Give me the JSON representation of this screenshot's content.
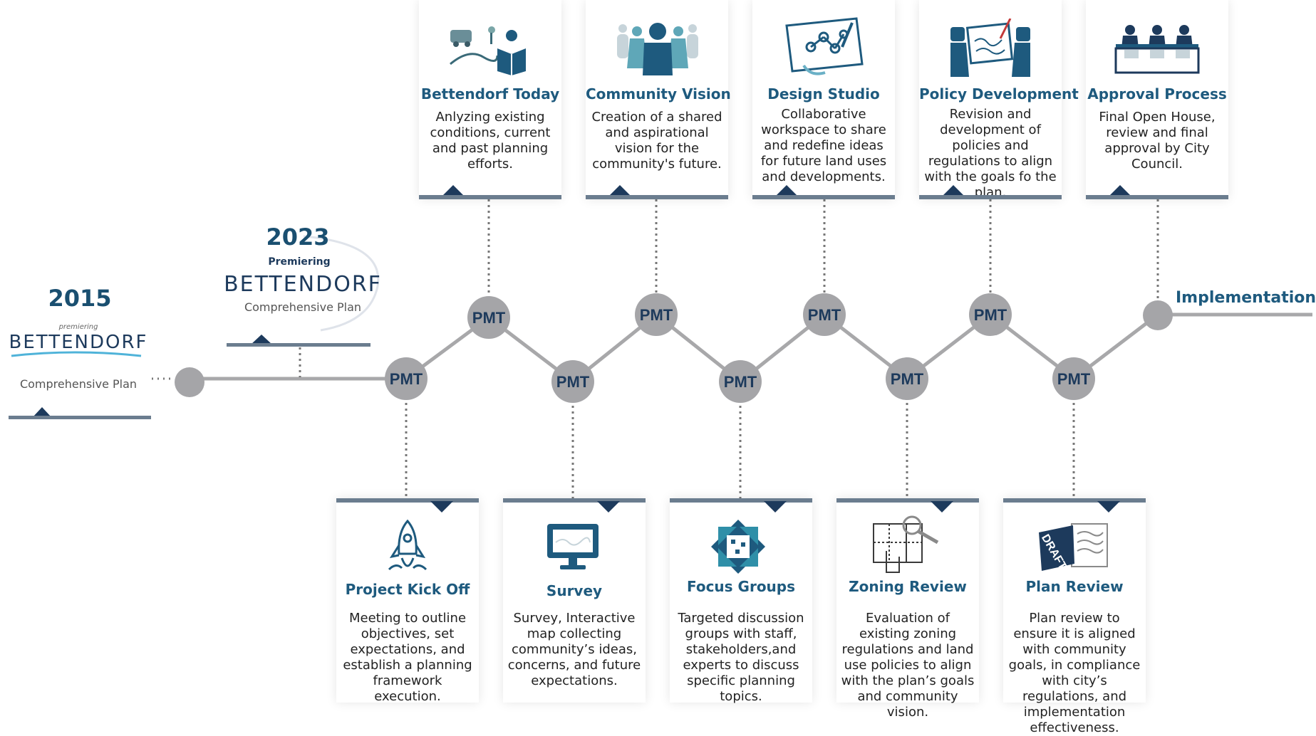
{
  "colors": {
    "accent": "#1e5a7e",
    "navy": "#1d3a5c",
    "bar": "#6b7d8f",
    "node": "#a5a5a8",
    "line": "#a8a8aa"
  },
  "milestones": {
    "y2015": {
      "year": "2015",
      "tag": "premiering",
      "brand": "BETTENDORF",
      "sub": "Comprehensive Plan"
    },
    "y2023": {
      "year": "2023",
      "tag": "Premiering",
      "brand": "BETTENDORF",
      "sub": "Comprehensive Plan"
    }
  },
  "pmt_label": "PMT",
  "implementation": "Implementation",
  "top_steps": [
    {
      "title": "Bettendorf Today",
      "desc": "Anlyzing existing conditions, current and past planning efforts.",
      "icon": "reading-book-icon"
    },
    {
      "title": "Community Vision",
      "desc": "Creation of a shared and aspirational vision for the community's future.",
      "icon": "community-people-icon"
    },
    {
      "title": "Design Studio",
      "desc": "Collaborative workspace to share and redefine ideas for future land uses and developments.",
      "icon": "design-sketch-icon"
    },
    {
      "title": "Policy Development",
      "desc": "Revision and development of policies and regulations to align with the goals fo the plan.",
      "icon": "policy-board-icon"
    },
    {
      "title": "Approval Process",
      "desc": "Final Open House, review and final approval by City Council.",
      "icon": "council-table-icon"
    }
  ],
  "bottom_steps": [
    {
      "title": "Project Kick Off",
      "desc": "Meeting to outline objectives, set expectations, and establish a planning framework execution.",
      "icon": "rocket-icon"
    },
    {
      "title": "Survey",
      "desc": "Survey, Interactive map collecting community’s ideas, concerns, and future expectations.",
      "icon": "monitor-icon"
    },
    {
      "title": "Focus Groups",
      "desc": "Targeted discussion groups with staff, stakeholders,and experts to discuss specific planning topics.",
      "icon": "focus-group-icon"
    },
    {
      "title": "Zoning Review",
      "desc": "Evaluation of existing zoning regulations and land use policies to align with the plan’s goals and community vision.",
      "icon": "zoning-map-icon"
    },
    {
      "title": "Plan Review",
      "desc": "Plan review to ensure it is aligned with community goals, in compliance with city’s regulations, and implementation effectiveness.",
      "icon": "draft-document-icon"
    }
  ]
}
